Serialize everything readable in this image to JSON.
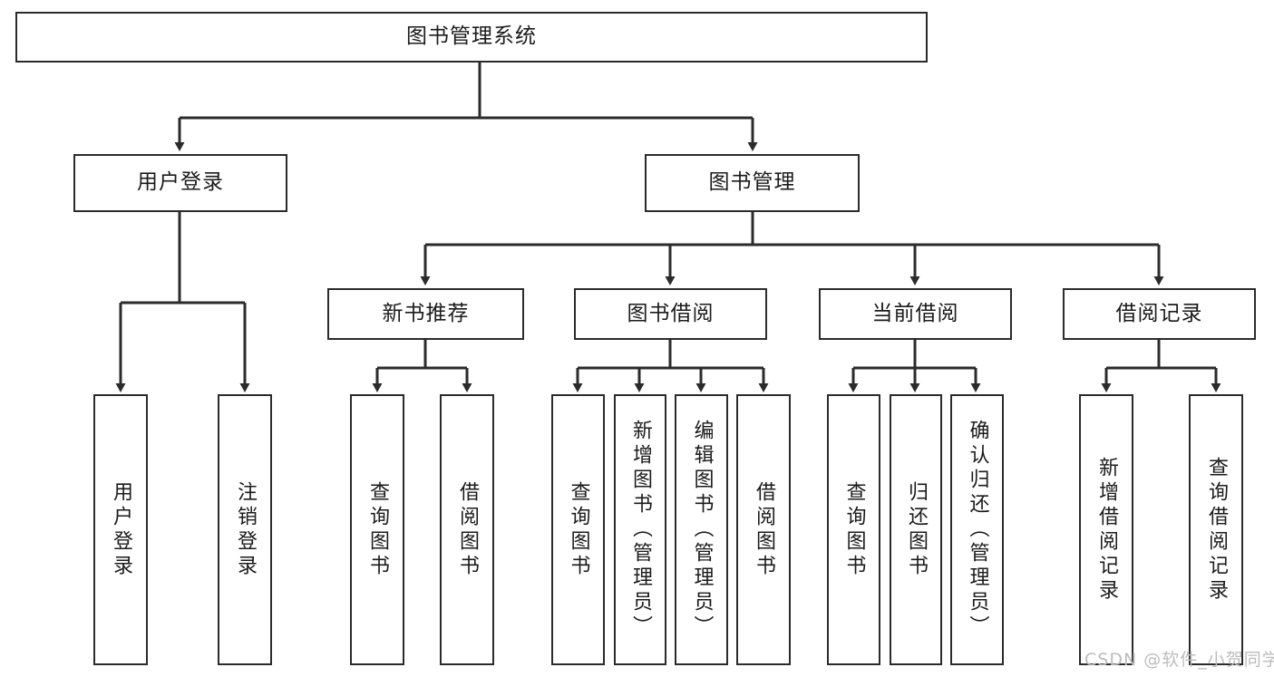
{
  "diagram": {
    "title": "图书管理系统",
    "type": "hierarchy-tree",
    "nodes": {
      "root": {
        "label": "图书管理系统",
        "orientation": "horizontal"
      },
      "user_login": {
        "label": "用户登录",
        "orientation": "horizontal"
      },
      "book_manage": {
        "label": "图书管理",
        "orientation": "horizontal"
      },
      "new_book_rec": {
        "label": "新书推荐",
        "orientation": "horizontal"
      },
      "book_borrow": {
        "label": "图书借阅",
        "orientation": "horizontal"
      },
      "current_borrow": {
        "label": "当前借阅",
        "orientation": "horizontal"
      },
      "borrow_record": {
        "label": "借阅记录",
        "orientation": "horizontal"
      },
      "leaf_user_login": {
        "label": "用户登录",
        "orientation": "vertical"
      },
      "leaf_logout": {
        "label": "注销登录",
        "orientation": "vertical"
      },
      "leaf_query_book_1": {
        "label": "查询图书",
        "orientation": "vertical"
      },
      "leaf_borrow_book_1": {
        "label": "借阅图书",
        "orientation": "vertical"
      },
      "leaf_query_book_2": {
        "label": "查询图书",
        "orientation": "vertical"
      },
      "leaf_add_book": {
        "label": "新增图书（管理员）",
        "orientation": "vertical"
      },
      "leaf_edit_book": {
        "label": "编辑图书（管理员）",
        "orientation": "vertical"
      },
      "leaf_borrow_book_2": {
        "label": "借阅图书",
        "orientation": "vertical"
      },
      "leaf_query_book_3": {
        "label": "查询图书",
        "orientation": "vertical"
      },
      "leaf_return_book": {
        "label": "归还图书",
        "orientation": "vertical"
      },
      "leaf_confirm_return": {
        "label": "确认归还（管理员）",
        "orientation": "vertical"
      },
      "leaf_add_record": {
        "label": "新增借阅记录",
        "orientation": "vertical"
      },
      "leaf_query_record": {
        "label": "查询借阅记录",
        "orientation": "vertical"
      }
    },
    "colors": {
      "stroke": "#2b2b2b",
      "fill": "#ffffff",
      "text": "#1b1b1b",
      "watermark": "#bdbdbd"
    }
  },
  "watermark": {
    "text": "CSDN @软件_小贺同学"
  }
}
